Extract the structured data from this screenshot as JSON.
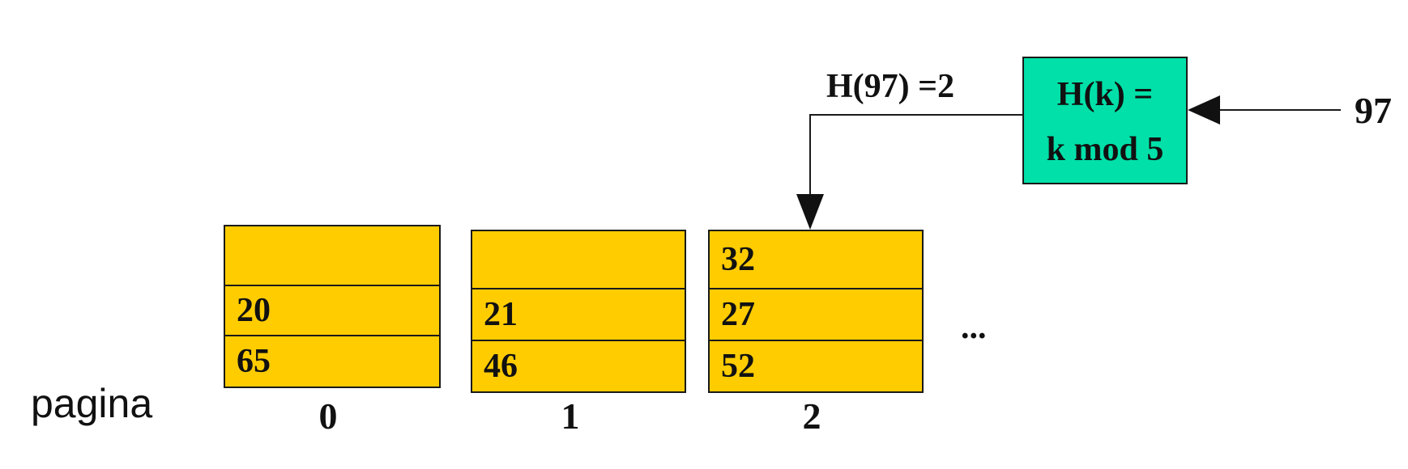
{
  "hash_function": {
    "line1": "H(k) =",
    "line2": "k mod 5",
    "fill_color": "#00e0a8"
  },
  "input_key": "97",
  "hash_result_label": "H(97) =2",
  "buckets": [
    {
      "index": "0",
      "slots": [
        "",
        "20",
        "65"
      ]
    },
    {
      "index": "1",
      "slots": [
        "",
        "21",
        "46"
      ]
    },
    {
      "index": "2",
      "slots": [
        "32",
        "27",
        "52"
      ]
    }
  ],
  "ellipsis": "...",
  "page_label": "pagina",
  "bucket_color": "#ffcc00"
}
